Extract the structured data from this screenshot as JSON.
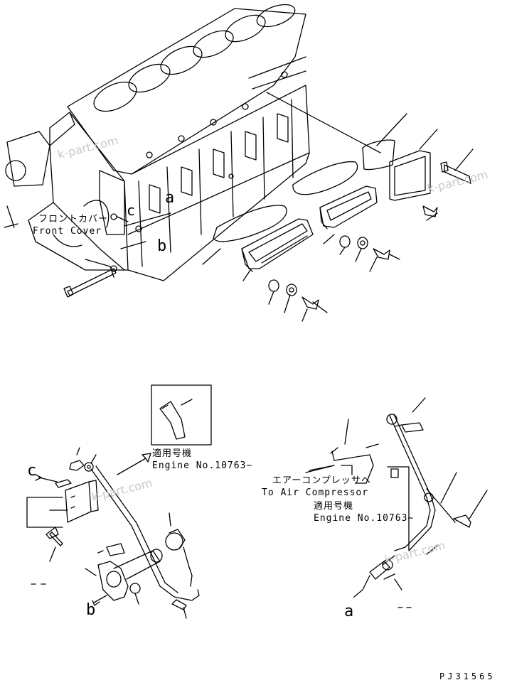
{
  "labels": {
    "front_cover_jp": "フロントカバー",
    "front_cover_en": "Front Cover",
    "to_air_compressor_jp": "エアーコンプレッサへ",
    "to_air_compressor_en": "To Air Compressor",
    "applicable_jp_left": "適用号機",
    "engine_no_left": "Engine No.10763~",
    "applicable_jp_right": "適用号機",
    "engine_no_right": "Engine No.10763~",
    "ref_a_top": "a",
    "ref_b_top": "b",
    "ref_c_top": "c",
    "ref_c_bottom": "c",
    "ref_b_bottom": "b",
    "ref_a_bottom": "a",
    "drawing_code": "PJ31565"
  },
  "watermarks": [
    "k-part.com",
    "k-part.com",
    "k-part.com",
    "k-part.com"
  ]
}
